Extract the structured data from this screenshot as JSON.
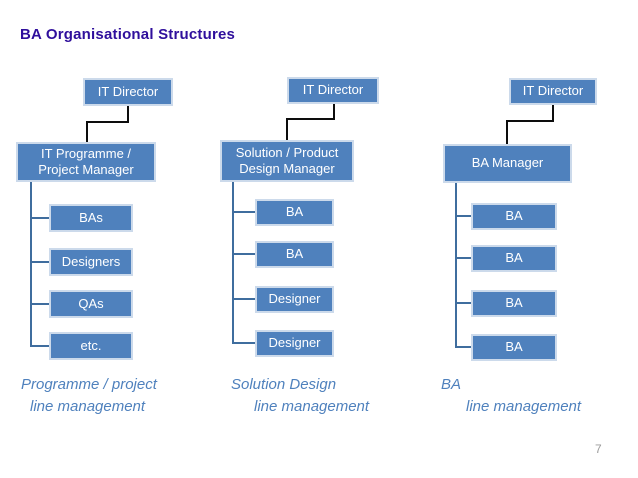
{
  "slide": {
    "title": "BA Organisational Structures",
    "page_number": "7"
  },
  "colors": {
    "background": "#ffffff",
    "title_text": "#2f0f9c",
    "box_fill": "#4f81bd",
    "box_border": "#ccdaeb",
    "box_text": "#ffffff",
    "connector_dark": "#0d0d0d",
    "connector_blue": "#3f6d9e",
    "caption_text": "#4f81bd",
    "page_number_text": "#9b9b9b"
  },
  "charts": [
    {
      "root": "IT Director",
      "manager": {
        "line1": "IT Programme /",
        "line2": "Project Manager"
      },
      "children": [
        "BAs",
        "Designers",
        "QAs",
        "etc."
      ],
      "caption": {
        "line1": "Programme / project",
        "line2": "line management"
      }
    },
    {
      "root": "IT Director",
      "manager": {
        "line1": "Solution / Product",
        "line2": "Design Manager"
      },
      "children": [
        "BA",
        "BA",
        "Designer",
        "Designer"
      ],
      "caption": {
        "line1": "Solution Design",
        "line2": "line management"
      }
    },
    {
      "root": "IT Director",
      "manager": {
        "line1": "BA Manager"
      },
      "children": [
        "BA",
        "BA",
        "BA",
        "BA"
      ],
      "caption": {
        "line1": "BA",
        "line2": "line management"
      }
    }
  ]
}
